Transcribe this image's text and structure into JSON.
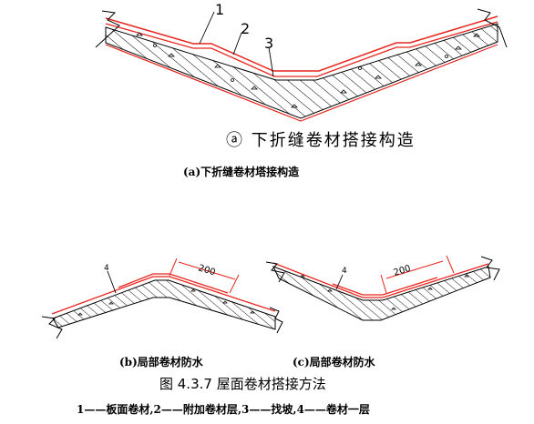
{
  "panel_a": {
    "callouts": [
      "1",
      "2",
      "3"
    ],
    "large_title": "ⓐ 下折缝卷材搭接构造",
    "caption": "(a)下折缝卷材塔接构造"
  },
  "panel_b": {
    "callout": "4",
    "dimension": "200",
    "caption": "(b)局部卷材防水"
  },
  "panel_c": {
    "callout": "4",
    "dimension": "200",
    "caption": "(c)局部卷材防水"
  },
  "figure": {
    "title": "图 4.3.7   屋面卷材搭接方法",
    "legend": "1——板面卷材,2——附加卷材层,3——找坡,4——卷材一层"
  },
  "colors": {
    "membrane": "#e8251f",
    "hatch": "#000000",
    "background": "#ffffff"
  }
}
